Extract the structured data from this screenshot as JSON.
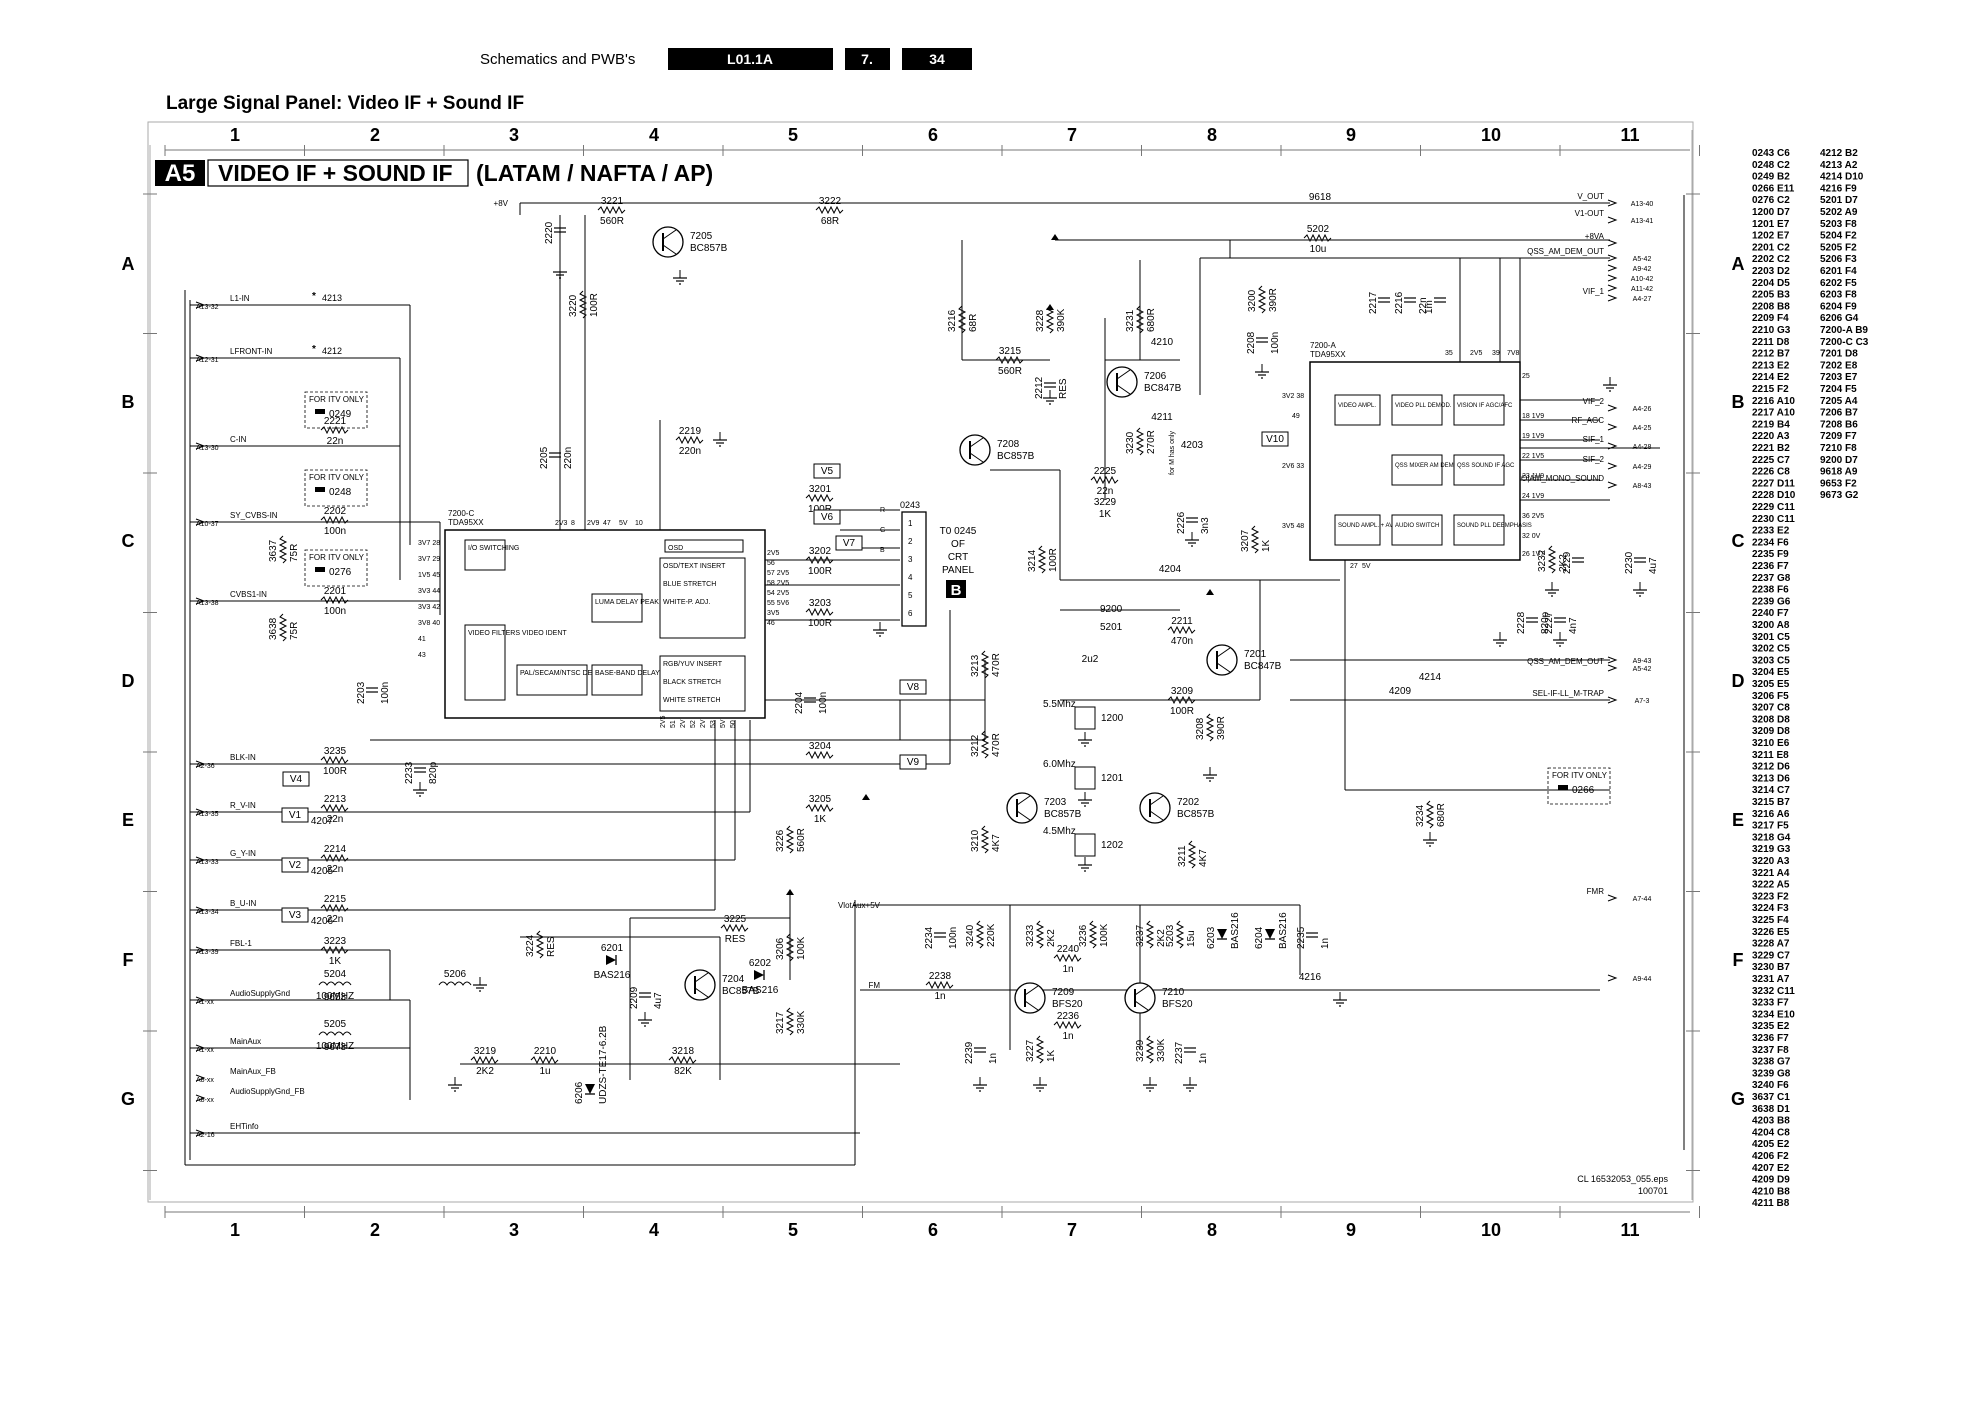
{
  "header": {
    "section": "Schematics and PWB's",
    "chassis": "L01.1A",
    "chapter": "7.",
    "page": "34"
  },
  "page_title": "Large Signal Panel: Video IF + Sound IF",
  "diagram_badge": "A5",
  "diagram_title": "VIDEO IF + SOUND IF",
  "diagram_subtitle": "(LATAM / NAFTA / AP)",
  "grid": {
    "columns": [
      "1",
      "2",
      "3",
      "4",
      "5",
      "6",
      "7",
      "8",
      "9",
      "10",
      "11"
    ],
    "rows": [
      "A",
      "B",
      "C",
      "D",
      "E",
      "F",
      "G"
    ]
  },
  "left_connectors": [
    {
      "ref": "A13-32",
      "net": "L1-IN",
      "part": "4213"
    },
    {
      "ref": "A12-31",
      "net": "LFRONT-IN",
      "part": "4212"
    },
    {
      "ref": "A13-30",
      "net": "C-IN",
      "part": ""
    },
    {
      "ref": "A10-37",
      "net": "SY_CVBS-IN",
      "part": ""
    },
    {
      "ref": "A13-38",
      "net": "CVBS1-IN",
      "part": ""
    },
    {
      "ref": "A2-36",
      "net": "BLK-IN",
      "part": ""
    },
    {
      "ref": "A13-35",
      "net": "R_V-IN",
      "part": ""
    },
    {
      "ref": "A13-33",
      "net": "G_Y-IN",
      "part": ""
    },
    {
      "ref": "A13-34",
      "net": "B_U-IN",
      "part": ""
    },
    {
      "ref": "A13-39",
      "net": "FBL-1",
      "part": ""
    },
    {
      "ref": "A1-xx",
      "net": "AudioSupplyGnd",
      "part": ""
    },
    {
      "ref": "A1-xx",
      "net": "MainAux",
      "part": ""
    },
    {
      "ref": "A8-xx",
      "net": "MainAux_FB",
      "part": ""
    },
    {
      "ref": "A8-xx",
      "net": "AudioSupplyGnd_FB",
      "part": ""
    },
    {
      "ref": "A2-16",
      "net": "EHTinfo",
      "part": ""
    }
  ],
  "right_connectors": [
    {
      "ref": "A13-40",
      "net": "V_OUT"
    },
    {
      "ref": "A13-41",
      "net": "V1-OUT"
    },
    {
      "ref": "",
      "net": "+8VA"
    },
    {
      "ref": "A5-42",
      "net": "QSS_AM_DEM_OUT"
    },
    {
      "ref": "A9-42",
      "net": ""
    },
    {
      "ref": "A10-42",
      "net": ""
    },
    {
      "ref": "A11-42",
      "net": ""
    },
    {
      "ref": "A4-27",
      "net": "VIF_1"
    },
    {
      "ref": "A4-26",
      "net": "VIF_2"
    },
    {
      "ref": "A4-25",
      "net": "RF_AGC"
    },
    {
      "ref": "A4-28",
      "net": "SIF_1"
    },
    {
      "ref": "A4-29",
      "net": "SIF_2"
    },
    {
      "ref": "A8-43",
      "net": "MONO|AM_MONO_SOUND"
    },
    {
      "ref": "A9-43",
      "net": ""
    },
    {
      "ref": "A5-42",
      "net": "QSS_AM_DEM_OUT"
    },
    {
      "ref": "A7-3",
      "net": "SEL-IF-LL_M-TRAP"
    },
    {
      "ref": "A7-44",
      "net": "FMR"
    },
    {
      "ref": "A9-44",
      "net": ""
    }
  ],
  "ic_video": {
    "ref": "7200-C",
    "type": "TDA95XX",
    "blocks": [
      "I/O SWITCHING",
      "VIDEO FILTERS VIDEO IDENT",
      "PAL/SECAM/NTSC DECODER",
      "LUMA DELAY PEAKING",
      "BASE-BAND DELAY LINE",
      "OSD",
      "OSD/TEXT INSERT",
      "BLUE STRETCH",
      "WHITE-P. ADJ.",
      "RGB/YUV INSERT",
      "BLACK STRETCH",
      "WHITE STRETCH"
    ],
    "pins_left": [
      "3V7 28",
      "3V7 29",
      "1V5 45",
      "3V3 44",
      "3V3 42",
      "3V8 40",
      "41",
      "43"
    ],
    "pins_top": [
      "2V3",
      "8",
      "2V9",
      "47",
      "5V",
      "10"
    ],
    "pins_right": [
      "2V5",
      "56",
      "57 2V5",
      "58 2V5",
      "54 2V5",
      "55 5V6",
      "3V5",
      "46"
    ],
    "pins_bottom": [
      "2V5",
      "51",
      "2V",
      "52",
      "2V",
      "53",
      "5V",
      "50"
    ]
  },
  "ic_if": {
    "ref": "7200-A",
    "type": "TDA95XX",
    "blocks": [
      "VIDEO AMPL.",
      "VIDEO PLL DEMOD.",
      "VISION IF AGC/AFC",
      "QSS MIXER AM DEMODULATOR",
      "QSS SOUND IF AGC",
      "SOUND AMPL. + AVL",
      "AUDIO SWITCH",
      "SOUND PLL DEEMPHASIS"
    ],
    "pins": [
      "3V2 38",
      "49",
      "2V6 33",
      "3V5 48",
      "35",
      "2V5",
      "39",
      "7V8",
      "25",
      "18 1V9",
      "19 1V9",
      "22 1V5",
      "23 1V9",
      "24 1V9",
      "36 2V5",
      "32 0V",
      "26 1V7",
      "27",
      "5V"
    ]
  },
  "crt_connector": {
    "ref": "0243",
    "note": "T0 0245 OF CRT PANEL",
    "sheet": "B",
    "pins": [
      "R",
      "G",
      "B",
      "1",
      "2",
      "3",
      "4",
      "5",
      "6"
    ]
  },
  "itv_note": "FOR ITV ONLY",
  "itv_parts": [
    "0249",
    "0248",
    "0276",
    "0266"
  ],
  "transistors": [
    {
      "ref": "7205",
      "type": "BC857B"
    },
    {
      "ref": "7206",
      "type": "BC847B"
    },
    {
      "ref": "7208",
      "type": "BC857B"
    },
    {
      "ref": "7201",
      "type": "BC847B"
    },
    {
      "ref": "7203",
      "type": "BC857B"
    },
    {
      "ref": "7202",
      "type": "BC857B"
    },
    {
      "ref": "7204",
      "type": "BC857B"
    },
    {
      "ref": "7209",
      "type": "BFS20"
    },
    {
      "ref": "7210",
      "type": "BFS20"
    }
  ],
  "diodes": [
    {
      "ref": "6201",
      "type": "BAS216"
    },
    {
      "ref": "6202",
      "type": "BAS216"
    },
    {
      "ref": "6203",
      "type": "BAS216"
    },
    {
      "ref": "6204",
      "type": "BAS216"
    },
    {
      "ref": "6206",
      "type": "UDZS-TE17-6.2B"
    }
  ],
  "filters": [
    {
      "ref": "1200",
      "freq": "5.5Mhz"
    },
    {
      "ref": "1201",
      "freq": "6.0Mhz"
    },
    {
      "ref": "1202",
      "freq": "4.5Mhz"
    },
    {
      "ref": "5201",
      "value": "2u2"
    },
    {
      "ref": "9200",
      "value": ""
    }
  ],
  "voltage_probes": [
    "V1",
    "V2",
    "V3",
    "V4",
    "V5",
    "V6",
    "V7",
    "V8",
    "V9",
    "V10"
  ],
  "supplies": [
    "+8V",
    "VlotAux+5V",
    "FM"
  ],
  "misc_labels": {
    "mhz_note": "for M has only",
    "file_code": "CL 16532053_055.eps",
    "date_code": "100701"
  },
  "components": [
    {
      "ref": "3221",
      "value": "560R"
    },
    {
      "ref": "3222",
      "value": "68R"
    },
    {
      "ref": "9618",
      "value": ""
    },
    {
      "ref": "2220",
      "value": ""
    },
    {
      "ref": "3220",
      "value": "100R"
    },
    {
      "ref": "5202",
      "value": "10u"
    },
    {
      "ref": "3216",
      "value": "68R"
    },
    {
      "ref": "3215",
      "value": "560R"
    },
    {
      "ref": "2212",
      "value": "RES"
    },
    {
      "ref": "3228",
      "value": "390K"
    },
    {
      "ref": "3231",
      "value": "680R"
    },
    {
      "ref": "3230",
      "value": "270R"
    },
    {
      "ref": "4203",
      "value": ""
    },
    {
      "ref": "2225",
      "value": "22n"
    },
    {
      "ref": "3229",
      "value": "1K"
    },
    {
      "ref": "2226",
      "value": "3n3"
    },
    {
      "ref": "3200",
      "value": "390R"
    },
    {
      "ref": "2208",
      "value": "100n"
    },
    {
      "ref": "2217",
      "value": ""
    },
    {
      "ref": "2216",
      "value": "22n"
    },
    {
      "ref": "1m",
      "value": ""
    },
    {
      "ref": "2221",
      "value": "22n"
    },
    {
      "ref": "2205",
      "value": "220n"
    },
    {
      "ref": "2219",
      "value": "220n"
    },
    {
      "ref": "2202",
      "value": "100n"
    },
    {
      "ref": "3637",
      "value": "75R"
    },
    {
      "ref": "2201",
      "value": "100n"
    },
    {
      "ref": "3638",
      "value": "75R"
    },
    {
      "ref": "2203",
      "value": "100n"
    },
    {
      "ref": "3201",
      "value": "100R"
    },
    {
      "ref": "3202",
      "value": "100R"
    },
    {
      "ref": "3203",
      "value": "100R"
    },
    {
      "ref": "2204",
      "value": "100n"
    },
    {
      "ref": "3214",
      "value": "100R"
    },
    {
      "ref": "3207",
      "value": "1K"
    },
    {
      "ref": "3232",
      "value": "2K2"
    },
    {
      "ref": "2229",
      "value": ""
    },
    {
      "ref": "2230",
      "value": "4u7"
    },
    {
      "ref": "2211",
      "value": "470n"
    },
    {
      "ref": "3213",
      "value": "470R"
    },
    {
      "ref": "3212",
      "value": "470R"
    },
    {
      "ref": "3209",
      "value": "100R"
    },
    {
      "ref": "3208",
      "value": "390R"
    },
    {
      "ref": "2228",
      "value": "820p"
    },
    {
      "ref": "2227",
      "value": "4n7"
    },
    {
      "ref": "3235",
      "value": "100R"
    },
    {
      "ref": "2233",
      "value": "820p"
    },
    {
      "ref": "3204",
      "value": ""
    },
    {
      "ref": "2213",
      "value": "22n"
    },
    {
      "ref": "2214",
      "value": "22n"
    },
    {
      "ref": "2215",
      "value": "22n"
    },
    {
      "ref": "3205",
      "value": "1K"
    },
    {
      "ref": "3226",
      "value": "560R"
    },
    {
      "ref": "3210",
      "value": "4K7"
    },
    {
      "ref": "3211",
      "value": "4K7"
    },
    {
      "ref": "3234",
      "value": "680R"
    },
    {
      "ref": "3223",
      "value": "1K"
    },
    {
      "ref": "5204",
      "value": "100MHZ"
    },
    {
      "ref": "5206",
      "value": ""
    },
    {
      "ref": "9653",
      "value": ""
    },
    {
      "ref": "5205",
      "value": "100MHZ"
    },
    {
      "ref": "9673",
      "value": ""
    },
    {
      "ref": "3224",
      "value": "RES"
    },
    {
      "ref": "3225",
      "value": "RES"
    },
    {
      "ref": "3206",
      "value": "100K"
    },
    {
      "ref": "2209",
      "value": "4u7"
    },
    {
      "ref": "3217",
      "value": "330K"
    },
    {
      "ref": "3219",
      "value": "2K2"
    },
    {
      "ref": "2210",
      "value": "1u"
    },
    {
      "ref": "3218",
      "value": "82K"
    },
    {
      "ref": "2234",
      "value": "100n"
    },
    {
      "ref": "3240",
      "value": "220K"
    },
    {
      "ref": "3233",
      "value": "2K2"
    },
    {
      "ref": "2240",
      "value": "1n"
    },
    {
      "ref": "3236",
      "value": "100K"
    },
    {
      "ref": "3237",
      "value": "2K2"
    },
    {
      "ref": "5203",
      "value": "15u"
    },
    {
      "ref": "2235",
      "value": "1n"
    },
    {
      "ref": "4216",
      "value": ""
    },
    {
      "ref": "2238",
      "value": "1n"
    },
    {
      "ref": "2236",
      "value": "1n"
    },
    {
      "ref": "2239",
      "value": "1n"
    },
    {
      "ref": "3227",
      "value": "1K"
    },
    {
      "ref": "3239",
      "value": "330K"
    },
    {
      "ref": "2237",
      "value": "1n"
    },
    {
      "ref": "4204",
      "value": ""
    },
    {
      "ref": "4209",
      "value": ""
    },
    {
      "ref": "4214",
      "value": ""
    },
    {
      "ref": "4210",
      "value": ""
    },
    {
      "ref": "4211",
      "value": ""
    },
    {
      "ref": "4205",
      "value": ""
    },
    {
      "ref": "4206",
      "value": ""
    },
    {
      "ref": "4207",
      "value": ""
    }
  ],
  "location_index": [
    [
      "0243 C6",
      "4212 B2"
    ],
    [
      "0248 C2",
      "4213 A2"
    ],
    [
      "0249 B2",
      "4214 D10"
    ],
    [
      "0266 E11",
      "4216 F9"
    ],
    [
      "0276 C2",
      "5201 D7"
    ],
    [
      "1200 D7",
      "5202 A9"
    ],
    [
      "1201 E7",
      "5203 F8"
    ],
    [
      "1202 E7",
      "5204 F2"
    ],
    [
      "2201 C2",
      "5205 F2"
    ],
    [
      "2202 C2",
      "5206 F3"
    ],
    [
      "2203 D2",
      "6201 F4"
    ],
    [
      "2204 D5",
      "6202 F5"
    ],
    [
      "2205 B3",
      "6203 F8"
    ],
    [
      "2208 B8",
      "6204 F9"
    ],
    [
      "2209 F4",
      "6206 G4"
    ],
    [
      "2210 G3",
      "7200-A B9"
    ],
    [
      "2211 D8",
      "7200-C C3"
    ],
    [
      "2212 B7",
      "7201 D8"
    ],
    [
      "2213 E2",
      "7202 E8"
    ],
    [
      "2214 E2",
      "7203 E7"
    ],
    [
      "2215 F2",
      "7204 F5"
    ],
    [
      "2216 A10",
      "7205 A4"
    ],
    [
      "2217 A10",
      "7206 B7"
    ],
    [
      "2219 B4",
      "7208 B6"
    ],
    [
      "2220 A3",
      "7209 F7"
    ],
    [
      "2221 B2",
      "7210 F8"
    ],
    [
      "2225 C7",
      "9200 D7"
    ],
    [
      "2226 C8",
      "9618 A9"
    ],
    [
      "2227 D11",
      "9653 F2"
    ],
    [
      "2228 D10",
      "9673 G2"
    ],
    [
      "2229 C11",
      ""
    ],
    [
      "2230 C11",
      ""
    ],
    [
      "2233 E2",
      ""
    ],
    [
      "2234 F6",
      ""
    ],
    [
      "2235 F9",
      ""
    ],
    [
      "2236 F7",
      ""
    ],
    [
      "2237 G8",
      ""
    ],
    [
      "2238 F6",
      ""
    ],
    [
      "2239 G6",
      ""
    ],
    [
      "2240 F7",
      ""
    ],
    [
      "3200 A8",
      ""
    ],
    [
      "3201 C5",
      ""
    ],
    [
      "3202 C5",
      ""
    ],
    [
      "3203 C5",
      ""
    ],
    [
      "3204 E5",
      ""
    ],
    [
      "3205 E5",
      ""
    ],
    [
      "3206 F5",
      ""
    ],
    [
      "3207 C8",
      ""
    ],
    [
      "3208 D8",
      ""
    ],
    [
      "3209 D8",
      ""
    ],
    [
      "3210 E6",
      ""
    ],
    [
      "3211 E8",
      ""
    ],
    [
      "3212 D6",
      ""
    ],
    [
      "3213 D6",
      ""
    ],
    [
      "3214 C7",
      ""
    ],
    [
      "3215 B7",
      ""
    ],
    [
      "3216 A6",
      ""
    ],
    [
      "3217 F5",
      ""
    ],
    [
      "3218 G4",
      ""
    ],
    [
      "3219 G3",
      ""
    ],
    [
      "3220 A3",
      ""
    ],
    [
      "3221 A4",
      ""
    ],
    [
      "3222 A5",
      ""
    ],
    [
      "3223 F2",
      ""
    ],
    [
      "3224 F3",
      ""
    ],
    [
      "3225 F4",
      ""
    ],
    [
      "3226 E5",
      ""
    ],
    [
      "3228 A7",
      ""
    ],
    [
      "3229 C7",
      ""
    ],
    [
      "3230 B7",
      ""
    ],
    [
      "3231 A7",
      ""
    ],
    [
      "3232 C11",
      ""
    ],
    [
      "3233 F7",
      ""
    ],
    [
      "3234 E10",
      ""
    ],
    [
      "3235 E2",
      ""
    ],
    [
      "3236 F7",
      ""
    ],
    [
      "3237 F8",
      ""
    ],
    [
      "3238 G7",
      ""
    ],
    [
      "3239 G8",
      ""
    ],
    [
      "3240 F6",
      ""
    ],
    [
      "3637 C1",
      ""
    ],
    [
      "3638 D1",
      ""
    ],
    [
      "4203 B8",
      ""
    ],
    [
      "4204 C8",
      ""
    ],
    [
      "4205 E2",
      ""
    ],
    [
      "4206 F2",
      ""
    ],
    [
      "4207 E2",
      ""
    ],
    [
      "4209 D9",
      ""
    ],
    [
      "4210 B8",
      ""
    ],
    [
      "4211 B8",
      ""
    ]
  ]
}
